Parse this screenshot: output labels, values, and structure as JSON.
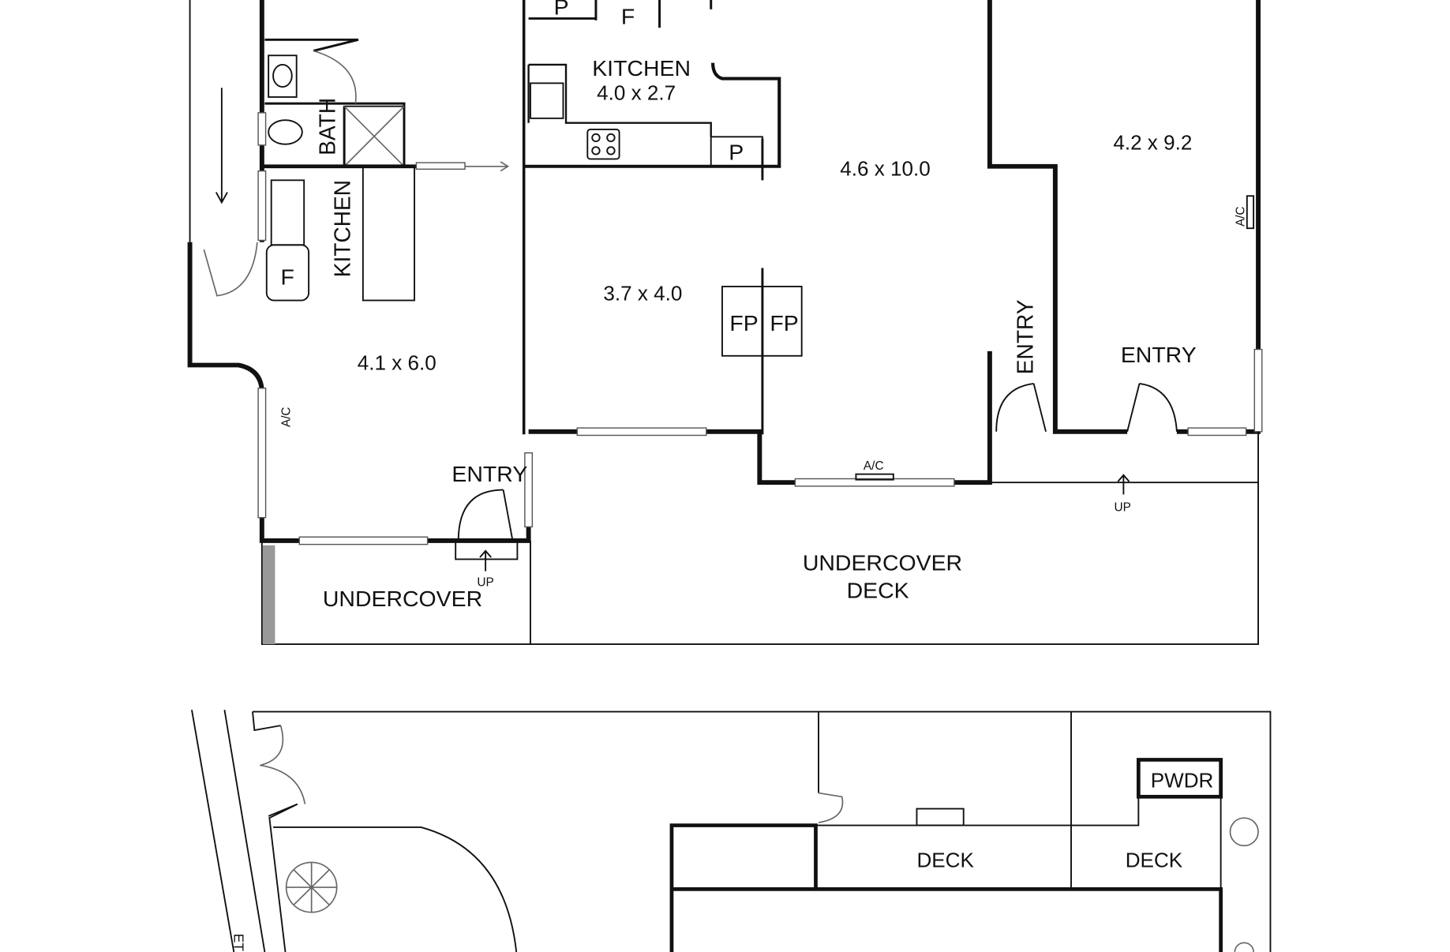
{
  "upper_plan": {
    "labels": {
      "kitchen_main": "KITCHEN",
      "kitchen_main_dim": "4.0 x 2.7",
      "kitchen_side": "KITCHEN",
      "bath": "BATH",
      "pantry_top": "P",
      "fridge_top": "F",
      "pantry_bench": "P",
      "fridge_side": "F",
      "room_4_6x10": "4.6 x 10.0",
      "room_4_2x9_2": "4.2 x 9.2",
      "room_3_7x4": "3.7 x 4.0",
      "room_4_1x6": "4.1 x 6.0",
      "fireplace_left": "FP",
      "fireplace_right": "FP",
      "entry_left": "ENTRY",
      "entry_mid": "ENTRY",
      "entry_right": "ENTRY",
      "ac_left": "A/C",
      "ac_mid": "A/C",
      "ac_right": "A/C",
      "up_left": "UP",
      "up_right": "UP",
      "undercover": "UNDERCOVER",
      "undercover_deck_line1": "UNDERCOVER",
      "undercover_deck_line2": "DECK"
    }
  },
  "site_plan": {
    "labels": {
      "deck_left": "DECK",
      "deck_right": "DECK",
      "powder": "PWDR",
      "street_fragment": "ET"
    }
  }
}
